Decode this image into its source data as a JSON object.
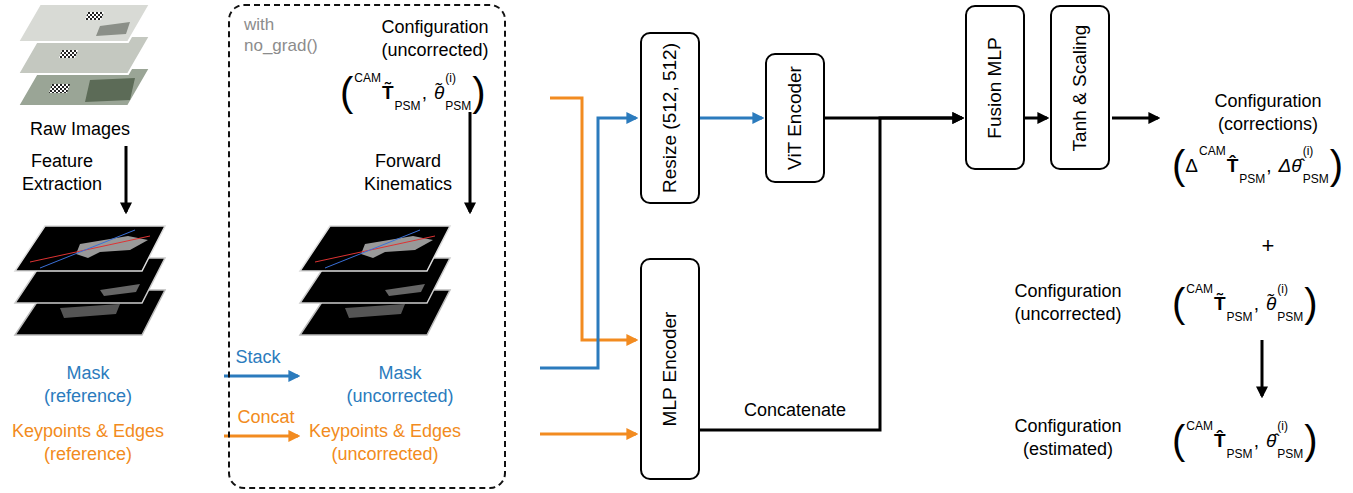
{
  "diagram": {
    "nodes": [
      {
        "text": [
          "with no_grad()"
        ]
      },
      {
        "text": [
          "Resize (512, 512)"
        ]
      },
      {
        "text": [
          "ViT Encoder"
        ]
      },
      {
        "text": [
          "MLP Encoder"
        ]
      },
      {
        "text": [
          "Fusion MLP"
        ]
      },
      {
        "text": [
          "Tanh & Scaling"
        ]
      }
    ],
    "edges": [
      {
        "from": 1,
        "to": 2,
        "arrow": "to"
      },
      {
        "from": 2,
        "to": 4,
        "arrow": "to"
      },
      {
        "from": 3,
        "to": 4,
        "arrow": "to",
        "label": "Concatenate"
      },
      {
        "from": 4,
        "to": 5,
        "arrow": "to"
      }
    ],
    "labels": [
      "Raw Images",
      "Feature Extraction",
      "Mask (reference)",
      "Keypoints & Edges (reference)",
      "Stack",
      "Concat",
      "Configuration (uncorrected)",
      "(",
      "CAM",
      "T̃",
      "PSM",
      ",",
      "θ̃",
      "(i)",
      "PSM",
      ")",
      "Forward Kinematics",
      "Mask (uncorrected)",
      "Keypoints & Edges (uncorrected)",
      "Configuration (corrections)",
      "(",
      "Δ",
      "CAM",
      "T̂",
      "PSM",
      ",",
      "Δθ̂",
      "(i)",
      "PSM",
      ")",
      "+",
      "Configuration (uncorrected)",
      "(",
      "CAM",
      "T̃",
      "PSM",
      ",",
      "θ̃",
      "(i)",
      "PSM",
      ")",
      "Configuration (estimated)",
      "(",
      "CAM",
      "T̂",
      "PSM",
      ",",
      "θ̂",
      "(i)",
      "PSM",
      ")"
    ]
  }
}
